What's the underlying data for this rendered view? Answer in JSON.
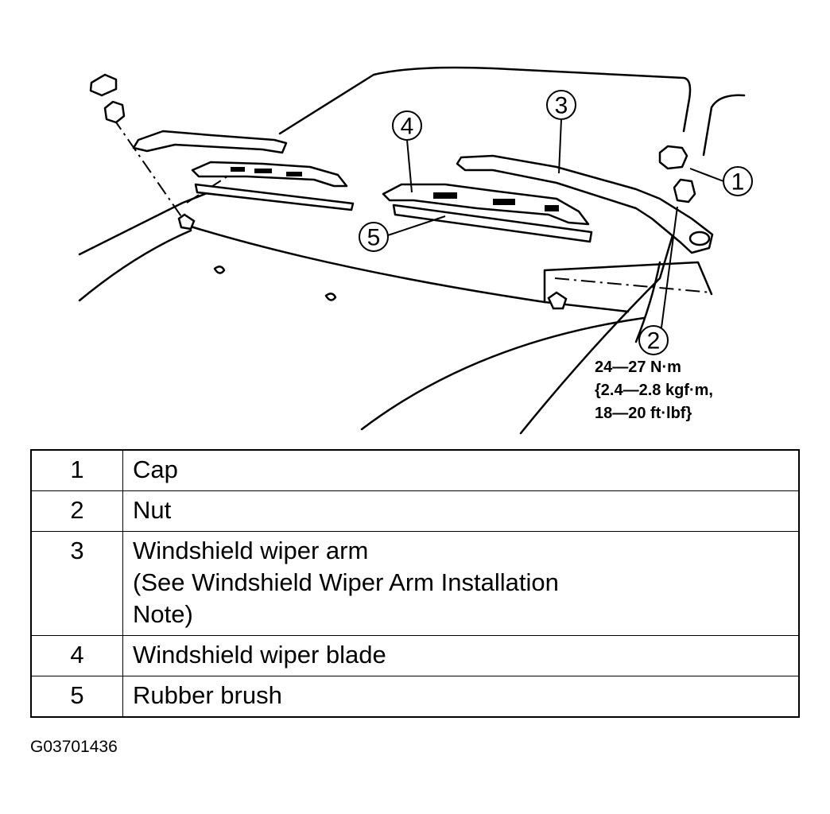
{
  "callouts": [
    "1",
    "2",
    "3",
    "4",
    "5"
  ],
  "torque": {
    "line1": "24—27 N·m",
    "line2": "{2.4—2.8 kgf·m,",
    "line3": "18—20 ft·lbf}"
  },
  "table": {
    "rows": [
      {
        "num": "1",
        "lines": [
          "Cap"
        ]
      },
      {
        "num": "2",
        "lines": [
          "Nut"
        ]
      },
      {
        "num": "3",
        "lines": [
          "Windshield wiper arm",
          "(See Windshield Wiper Arm Installation",
          "Note)"
        ]
      },
      {
        "num": "4",
        "lines": [
          "Windshield wiper blade"
        ]
      },
      {
        "num": "5",
        "lines": [
          "Rubber brush"
        ]
      }
    ]
  },
  "figure_id": "G03701436"
}
